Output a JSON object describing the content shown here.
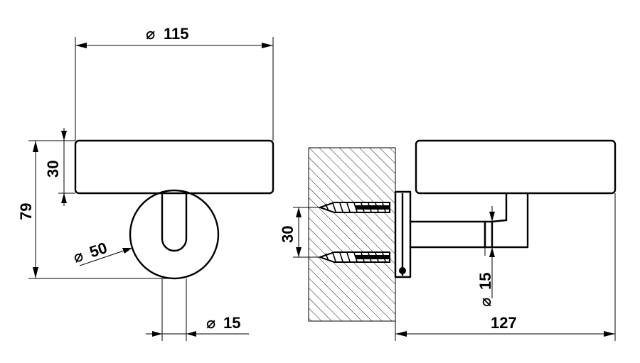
{
  "dimensions": {
    "top_width": "115",
    "front_height": "30",
    "total_height": "79",
    "rosette_diameter": "50",
    "stem_diameter_front": "15",
    "screw_spacing": "30",
    "stem_diameter_side": "15",
    "projection": "127"
  },
  "symbols": {
    "diameter": "⌀"
  }
}
